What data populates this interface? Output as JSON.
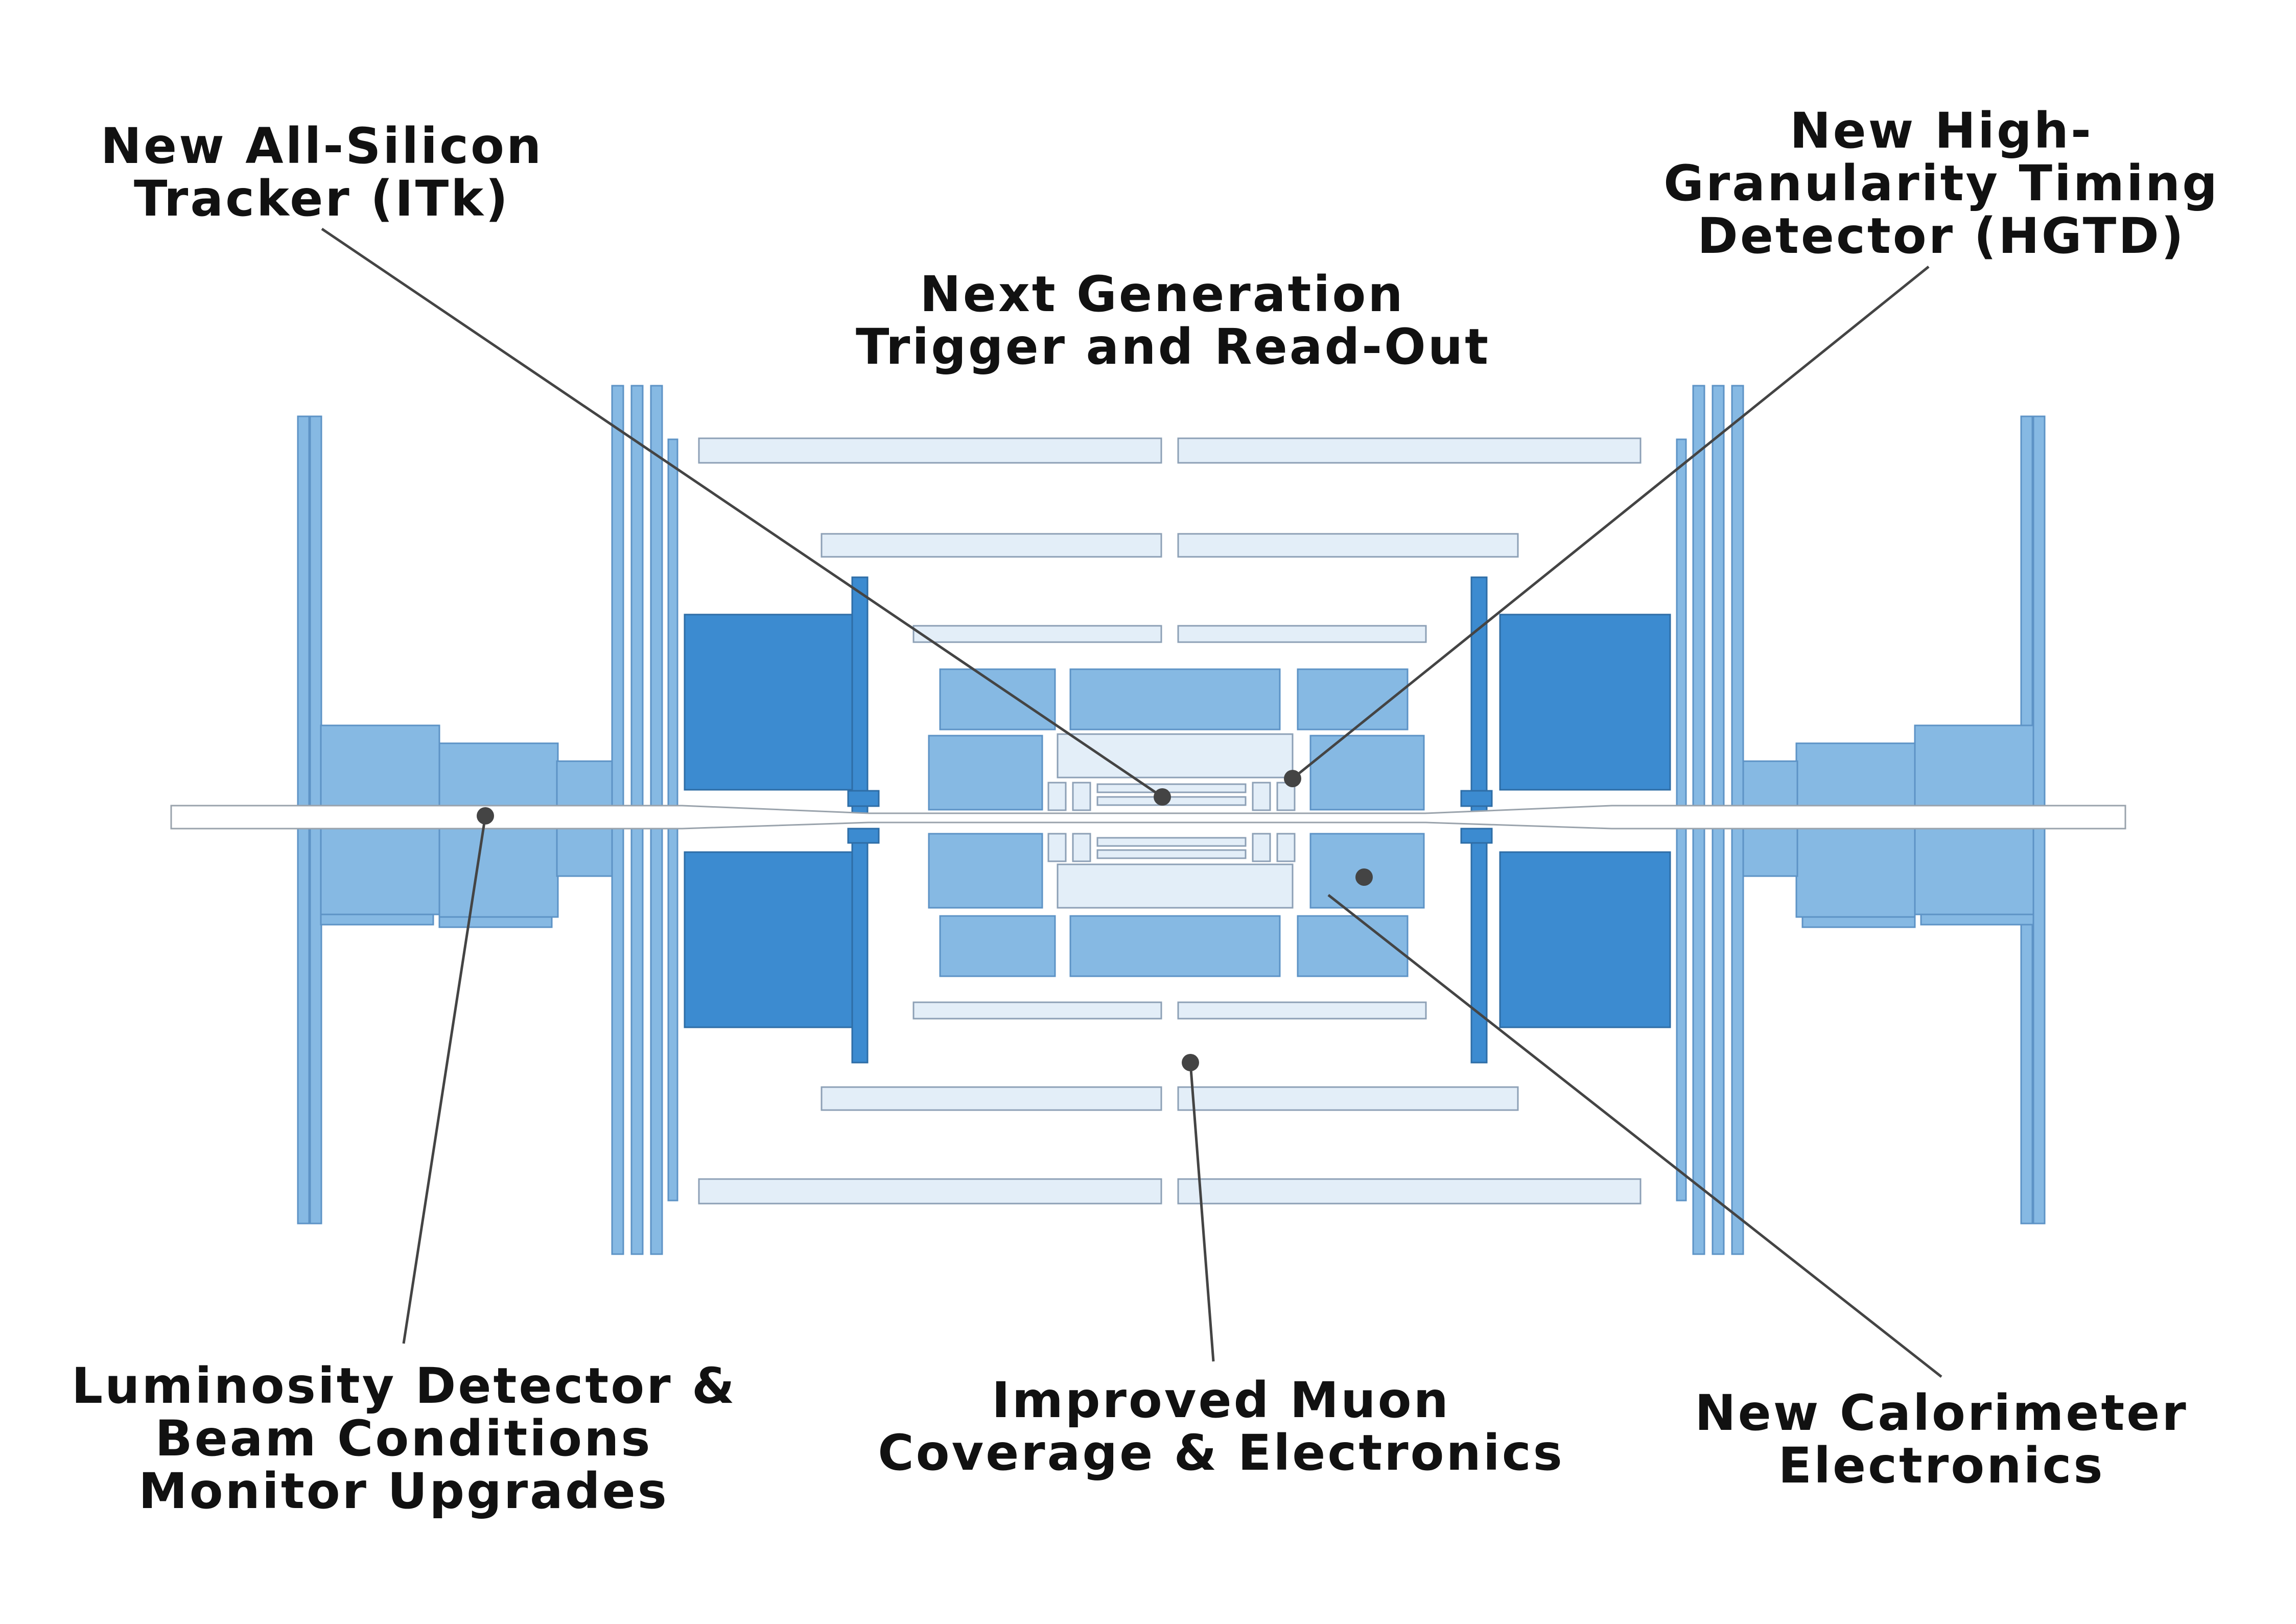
{
  "colors": {
    "magnet_dark_blue": "#3c8bd0",
    "detector_mid_blue": "#86b9e3",
    "chamber_pale_blue": "#e3eef8",
    "leader_line": "#444444",
    "label_text": "#111111"
  },
  "labels": {
    "itk": [
      "New All-Silicon",
      "Tracker (ITk)"
    ],
    "hgtd": [
      "New High-",
      "Granularity Timing",
      "Detector (HGTD)"
    ],
    "trigger": [
      "Next Generation",
      "Trigger and Read-Out"
    ],
    "luminosity": [
      "Luminosity Detector &",
      "Beam Conditions",
      "Monitor Upgrades"
    ],
    "muon": [
      "Improved Muon",
      "Coverage & Electronics"
    ],
    "calorimeter": [
      "New Calorimeter",
      "Electronics"
    ]
  }
}
